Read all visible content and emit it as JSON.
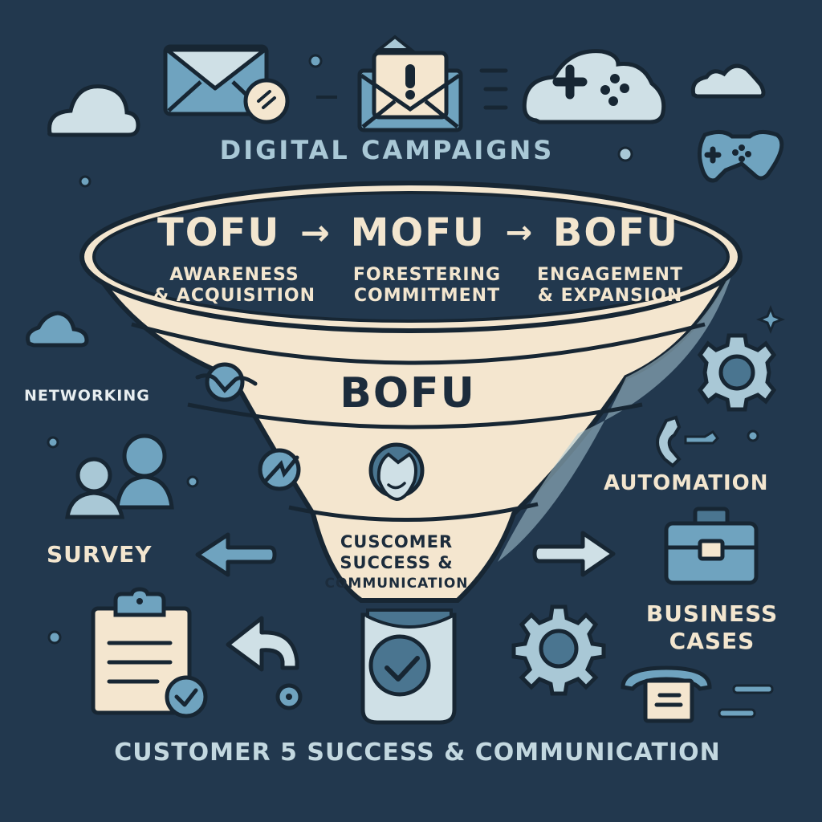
{
  "header": {
    "title": "DIGITAL CAMPAIGNS"
  },
  "funnel": {
    "stages_line": {
      "tofu": "TOFU",
      "arrow1": "→",
      "mofu": "MOFU",
      "arrow2": "→",
      "bofu": "BOFU"
    },
    "stage_descriptions": [
      {
        "line1": "AWARENESS",
        "line2": "& ACQUISITION"
      },
      {
        "line1": "FORESTERING",
        "line2": "COMMITMENT"
      },
      {
        "line1": "ENGAGEMENT",
        "line2": "& EXPANSION"
      }
    ],
    "middle_band_label": "BOFU",
    "bottom_label": {
      "line1": "CUSCOMER",
      "line2": "SUCCESS &",
      "line3": "COMMUNICATION"
    }
  },
  "side_labels": {
    "networking": "NETWORKING",
    "survey": "SURVEY",
    "automation": "AUTOMATION",
    "business_cases_line1": "BUSINESS",
    "business_cases_line2": "CASES"
  },
  "footer": {
    "caption": "CUSTOMER 5 SUCCESS & COMMUNICATION"
  },
  "icons": [
    "cloud-icon",
    "envelope-icon",
    "alert-envelope-icon",
    "cloud-gamepad-icon",
    "gamepad-icon",
    "people-icon",
    "gear-icon",
    "wrench-icon",
    "briefcase-icon",
    "telephone-icon",
    "clipboard-check-icon",
    "arrow-left-icon",
    "arrow-right-icon",
    "undo-arrow-icon",
    "check-cylinder-icon",
    "customer-support-icon",
    "sparkle-icon"
  ],
  "colors": {
    "background": "#22384e",
    "cream": "#f4e6cf",
    "light_blue": "#cfe0e6",
    "mid_blue": "#6fa3bf",
    "dark_blue": "#4a7590",
    "outline": "#172633"
  }
}
